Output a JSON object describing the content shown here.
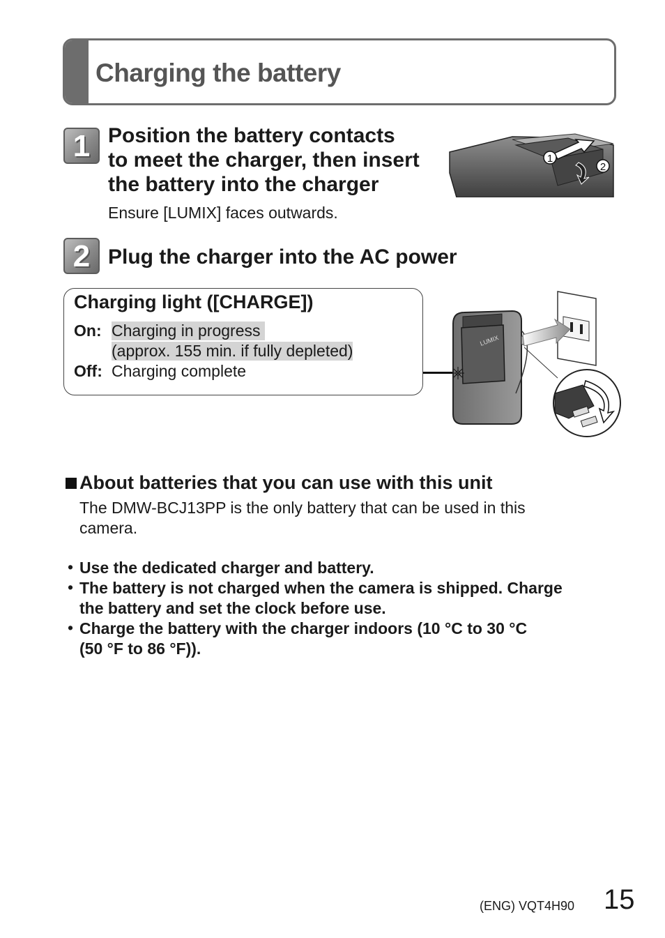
{
  "header": {
    "title": "Charging the battery"
  },
  "steps": [
    {
      "number": "1",
      "heading_lines": [
        "Position the battery contacts",
        "to meet the charger, then insert",
        "the battery into the charger"
      ],
      "note": "Ensure [LUMIX] faces outwards.",
      "callouts": [
        "1",
        "2"
      ]
    },
    {
      "number": "2",
      "heading": "Plug the charger into the AC power"
    }
  ],
  "charging_light": {
    "title": "Charging light ([CHARGE])",
    "on_label": "On:",
    "on_line1": "Charging in progress",
    "on_line2": "(approx. 155 min. if fully depleted)",
    "off_label": "Off:",
    "off_text": "Charging complete",
    "brand_on_battery": "LUMIX"
  },
  "about": {
    "bullet_icon": "black-square-icon",
    "title": "About batteries that you can use with this unit",
    "lines": [
      "The DMW-BCJ13PP is the only battery that can be used in this",
      "camera."
    ]
  },
  "bullets": [
    {
      "lines": [
        "Use the dedicated charger and battery."
      ]
    },
    {
      "lines": [
        "The battery is not charged when the camera is shipped. Charge",
        "the battery and set the clock before use."
      ]
    },
    {
      "lines": [
        "Charge the battery with the charger indoors (10 °C to 30 °C",
        "(50 °F to 86 °F))."
      ]
    }
  ],
  "footer": {
    "code": "(ENG) VQT4H90",
    "page": "15"
  },
  "colors": {
    "accent_gray": "#6d6d6d",
    "highlight": "#d4d4d4"
  }
}
